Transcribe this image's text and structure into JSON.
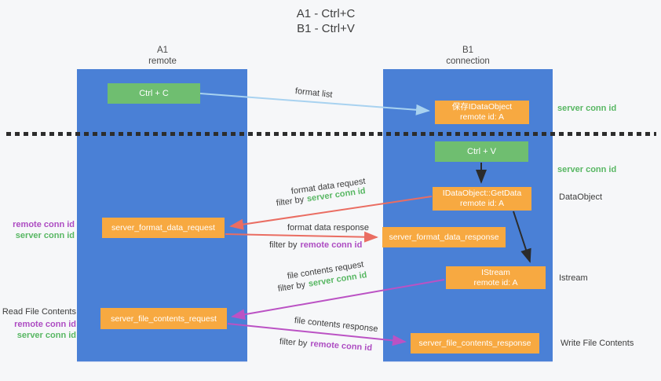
{
  "title": {
    "line1": "A1 - Ctrl+C",
    "line2": "B1 - Ctrl+V"
  },
  "columns": {
    "a1": {
      "name": "A1",
      "role": "remote"
    },
    "b1": {
      "name": "B1",
      "role": "connection"
    }
  },
  "boxes": {
    "ctrl_c": "Ctrl + C",
    "ctrl_v": "Ctrl + V",
    "save_dataobject": {
      "line1": "保存IDataObject",
      "line2": "remote id: A"
    },
    "getdata": {
      "line1": "IDataObject::GetData",
      "line2": "remote id: A"
    },
    "istream": {
      "line1": "IStream",
      "line2": "remote id: A"
    },
    "format_request": "server_format_data_request",
    "format_response": "server_format_data_response",
    "file_request": "server_file_contents_request",
    "file_response": "server_file_contents_response"
  },
  "arrow_labels": {
    "format_list": "format list",
    "format_data_request": "format data request",
    "format_data_response": "format data response",
    "file_contents_request": "file contents request",
    "file_contents_response": "file contents response",
    "filter_prefix": "filter by",
    "server_conn_id": "server conn id",
    "remote_conn_id": "remote conn id"
  },
  "side_labels": {
    "server_conn_id_top": "server conn id",
    "server_conn_id_mid": "server conn id",
    "dataobject": "DataObject",
    "istream": "Istream",
    "write_file_contents": "Write File Contents",
    "read_file_contents": "Read File Contents",
    "remote_conn_id": "remote conn id",
    "server_conn_id": "server conn id"
  },
  "colors": {
    "column_blue": "#4a80d6",
    "box_green": "#6fbe70",
    "box_orange": "#f7a941",
    "arrow_lightblue": "#a8d2f0",
    "arrow_red": "#ea6d62",
    "arrow_magenta": "#bb52c4",
    "arrow_black": "#2b2b2b",
    "text_green": "#58b763",
    "text_purple": "#ad4cc2",
    "text_dark": "#3c3c3c",
    "background": "#f6f7f9"
  }
}
